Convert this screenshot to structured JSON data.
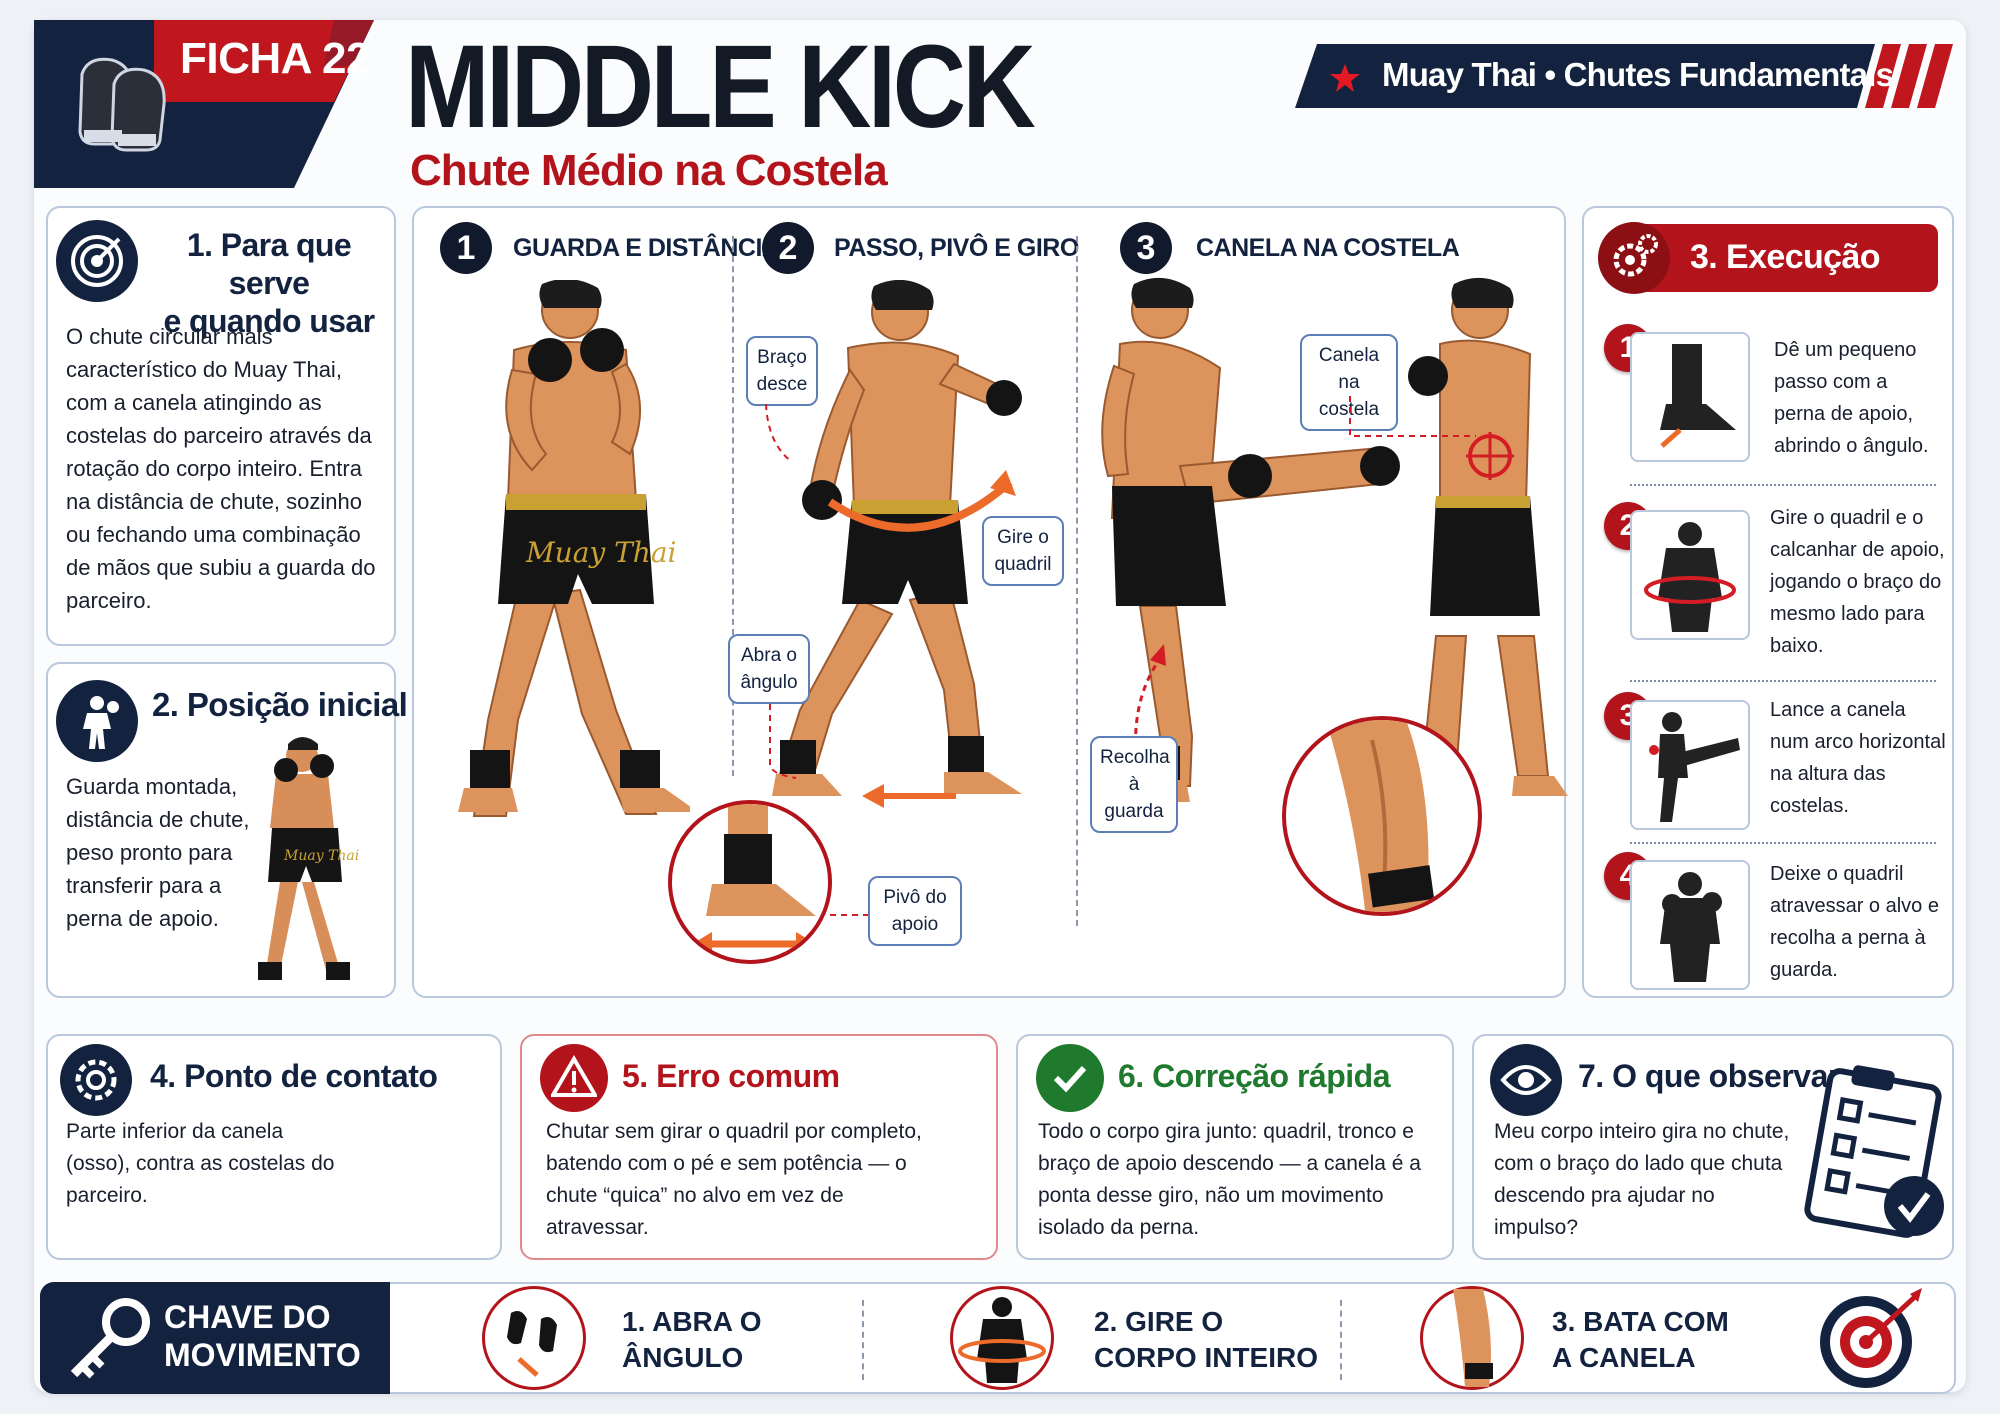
{
  "header": {
    "ficha": "FICHA 22",
    "title": "MIDDLE KICK",
    "subtitle": "Chute Médio na Costela",
    "category": "Muay Thai • Chutes Fundamentais"
  },
  "section1": {
    "title_line1": "1. Para que serve",
    "title_line2": "e quando usar",
    "text": "O chute circular mais característico do Muay Thai, com a canela atingindo as costelas do parceiro através da rotação do corpo inteiro. Entra na distância de chute, sozinho ou fechando uma combinação de mãos que subiu a guarda do parceiro."
  },
  "section2": {
    "title": "2. Posição inicial",
    "text": "Guarda montada, distância de chute, peso pronto para transferir para a perna de apoio."
  },
  "steps": [
    {
      "num": "1",
      "title": "GUARDA E DISTÂNCIA"
    },
    {
      "num": "2",
      "title": "PASSO, PIVÔ E GIRO"
    },
    {
      "num": "3",
      "title": "CANELA NA COSTELA"
    }
  ],
  "callouts": {
    "braco": "Braço desce",
    "gire": "Gire o quadril",
    "abra": "Abra o ângulo",
    "pivo": "Pivô do apoio",
    "canela": "Canela na costela",
    "recolha": "Recolha à guarda"
  },
  "shorts_text": "Muay Thai",
  "execution": {
    "title": "3. Execução",
    "items": [
      {
        "num": "1",
        "text": "Dê um pequeno passo com a perna de apoio, abrindo o ângulo."
      },
      {
        "num": "2",
        "text": "Gire o quadril e o calcanhar de apoio, jogando o braço do mesmo lado para baixo."
      },
      {
        "num": "3",
        "text": "Lance a canela num arco horizontal na altura das costelas."
      },
      {
        "num": "4",
        "text": "Deixe o quadril atravessar o alvo e recolha a perna à guarda."
      }
    ]
  },
  "section4": {
    "title": "4. Ponto de contato",
    "text": "Parte inferior da canela (osso), contra as costelas do parceiro."
  },
  "section5": {
    "title": "5. Erro comum",
    "text": "Chutar sem girar o quadril por completo, batendo com o pé e sem potência — o chute “quica” no alvo em vez de atravessar."
  },
  "section6": {
    "title": "6. Correção rápida",
    "text": "Todo o corpo gira junto: quadril, tronco e braço de apoio descendo — a canela é a ponta desse giro, não um movimento isolado da perna."
  },
  "section7": {
    "title": "7. O que observar",
    "text": "Meu corpo inteiro gira no chute, com o braço do lado que chuta descendo pra ajudar no impulso?"
  },
  "key": {
    "label_line1": "CHAVE DO",
    "label_line2": "MOVIMENTO",
    "steps": [
      {
        "line1": "1. ABRA O",
        "line2": "ÂNGULO"
      },
      {
        "line1": "2. GIRE O",
        "line2": "CORPO INTEIRO"
      },
      {
        "line1": "3. BATA COM",
        "line2": "A CANELA"
      }
    ]
  },
  "colors": {
    "navy": "#13233f",
    "red": "#b3141b",
    "green": "#1f7a2e",
    "skin": "#e09a63"
  }
}
